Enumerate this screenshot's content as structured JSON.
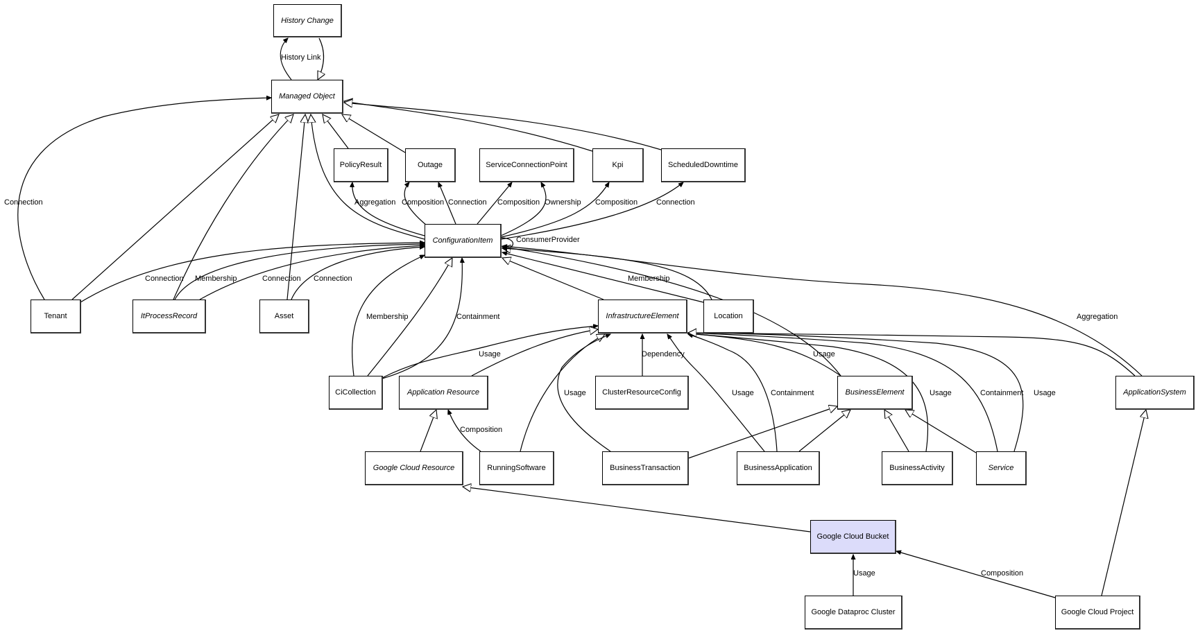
{
  "diagram": {
    "type": "uml-class-diagram",
    "selected_node": "Google Cloud Bucket",
    "selected_color": "#dcdcfa",
    "nodes": [
      {
        "id": "history_change",
        "label": "History Change",
        "abstract": true
      },
      {
        "id": "managed_object",
        "label": "Managed Object",
        "abstract": true
      },
      {
        "id": "policy_result",
        "label": "PolicyResult",
        "abstract": false
      },
      {
        "id": "outage",
        "label": "Outage",
        "abstract": false
      },
      {
        "id": "service_connection_point",
        "label": "ServiceConnectionPoint",
        "abstract": false
      },
      {
        "id": "kpi",
        "label": "Kpi",
        "abstract": false
      },
      {
        "id": "scheduled_downtime",
        "label": "ScheduledDowntime",
        "abstract": false
      },
      {
        "id": "configuration_item",
        "label": "ConfigurationItem",
        "abstract": true
      },
      {
        "id": "tenant",
        "label": "Tenant",
        "abstract": false
      },
      {
        "id": "it_process_record",
        "label": "ItProcessRecord",
        "abstract": true
      },
      {
        "id": "asset",
        "label": "Asset",
        "abstract": false
      },
      {
        "id": "infrastructure_element",
        "label": "InfrastructureElement",
        "abstract": true
      },
      {
        "id": "location",
        "label": "Location",
        "abstract": false
      },
      {
        "id": "ci_collection",
        "label": "CiCollection",
        "abstract": false
      },
      {
        "id": "application_resource",
        "label": "Application Resource",
        "abstract": true
      },
      {
        "id": "cluster_resource_config",
        "label": "ClusterResourceConfig",
        "abstract": false
      },
      {
        "id": "business_element",
        "label": "BusinessElement",
        "abstract": true
      },
      {
        "id": "application_system",
        "label": "ApplicationSystem",
        "abstract": true
      },
      {
        "id": "google_cloud_resource",
        "label": "Google Cloud Resource",
        "abstract": true
      },
      {
        "id": "running_software",
        "label": "RunningSoftware",
        "abstract": false
      },
      {
        "id": "business_transaction",
        "label": "BusinessTransaction",
        "abstract": false
      },
      {
        "id": "business_application",
        "label": "BusinessApplication",
        "abstract": false
      },
      {
        "id": "business_activity",
        "label": "BusinessActivity",
        "abstract": false
      },
      {
        "id": "service",
        "label": "Service",
        "abstract": true
      },
      {
        "id": "google_cloud_bucket",
        "label": "Google Cloud Bucket",
        "abstract": false
      },
      {
        "id": "google_dataproc_cluster",
        "label": "Google Dataproc Cluster",
        "abstract": false
      },
      {
        "id": "google_cloud_project",
        "label": "Google Cloud Project",
        "abstract": false
      }
    ],
    "edges": [
      {
        "from": "managed_object",
        "to": "history_change",
        "kind": "association",
        "label": "History Link"
      },
      {
        "from": "history_change",
        "to": "managed_object",
        "kind": "inheritance",
        "label": ""
      },
      {
        "from": "tenant",
        "to": "managed_object",
        "kind": "association",
        "label": "Connection"
      },
      {
        "from": "tenant",
        "to": "managed_object",
        "kind": "inheritance",
        "label": ""
      },
      {
        "from": "it_process_record",
        "to": "managed_object",
        "kind": "inheritance",
        "label": ""
      },
      {
        "from": "asset",
        "to": "managed_object",
        "kind": "inheritance",
        "label": ""
      },
      {
        "from": "configuration_item",
        "to": "managed_object",
        "kind": "inheritance",
        "label": ""
      },
      {
        "from": "policy_result",
        "to": "managed_object",
        "kind": "inheritance",
        "label": ""
      },
      {
        "from": "outage",
        "to": "managed_object",
        "kind": "inheritance",
        "label": ""
      },
      {
        "from": "kpi",
        "to": "managed_object",
        "kind": "inheritance",
        "label": ""
      },
      {
        "from": "scheduled_downtime",
        "to": "managed_object",
        "kind": "inheritance",
        "label": ""
      },
      {
        "from": "configuration_item",
        "to": "policy_result",
        "kind": "association",
        "label": "Aggregation"
      },
      {
        "from": "configuration_item",
        "to": "outage",
        "kind": "association",
        "label": "Composition"
      },
      {
        "from": "configuration_item",
        "to": "outage",
        "kind": "association",
        "label": "Connection"
      },
      {
        "from": "configuration_item",
        "to": "service_connection_point",
        "kind": "association",
        "label": "Composition"
      },
      {
        "from": "configuration_item",
        "to": "service_connection_point",
        "kind": "association",
        "label": "Ownership"
      },
      {
        "from": "configuration_item",
        "to": "kpi",
        "kind": "association",
        "label": "Composition"
      },
      {
        "from": "configuration_item",
        "to": "scheduled_downtime",
        "kind": "association",
        "label": "Connection"
      },
      {
        "from": "configuration_item",
        "to": "configuration_item",
        "kind": "association",
        "label": "ConsumerProvider"
      },
      {
        "from": "tenant",
        "to": "configuration_item",
        "kind": "association",
        "label": "Connection"
      },
      {
        "from": "it_process_record",
        "to": "configuration_item",
        "kind": "association",
        "label": "Membership"
      },
      {
        "from": "it_process_record",
        "to": "configuration_item",
        "kind": "association",
        "label": "Connection"
      },
      {
        "from": "asset",
        "to": "configuration_item",
        "kind": "association",
        "label": "Connection"
      },
      {
        "from": "ci_collection",
        "to": "configuration_item",
        "kind": "association",
        "label": "Membership"
      },
      {
        "from": "ci_collection",
        "to": "configuration_item",
        "kind": "inheritance",
        "label": ""
      },
      {
        "from": "ci_collection",
        "to": "configuration_item",
        "kind": "association",
        "label": "Containment"
      },
      {
        "from": "infrastructure_element",
        "to": "configuration_item",
        "kind": "inheritance",
        "label": ""
      },
      {
        "from": "location",
        "to": "configuration_item",
        "kind": "association",
        "label": "Membership"
      },
      {
        "from": "location",
        "to": "configuration_item",
        "kind": "association",
        "label": ""
      },
      {
        "from": "business_element",
        "to": "configuration_item",
        "kind": "association",
        "label": ""
      },
      {
        "from": "application_system",
        "to": "configuration_item",
        "kind": "association",
        "label": "Aggregation"
      },
      {
        "from": "ci_collection",
        "to": "infrastructure_element",
        "kind": "association",
        "label": "Usage"
      },
      {
        "from": "application_resource",
        "to": "infrastructure_element",
        "kind": "inheritance",
        "label": ""
      },
      {
        "from": "running_software",
        "to": "infrastructure_element",
        "kind": "inheritance",
        "label": ""
      },
      {
        "from": "business_transaction",
        "to": "infrastructure_element",
        "kind": "association",
        "label": "Usage"
      },
      {
        "from": "cluster_resource_config",
        "to": "infrastructure_element",
        "kind": "association",
        "label": "Dependency"
      },
      {
        "from": "business_application",
        "to": "infrastructure_element",
        "kind": "association",
        "label": "Usage"
      },
      {
        "from": "business_application",
        "to": "infrastructure_element",
        "kind": "association",
        "label": "Containment"
      },
      {
        "from": "business_element",
        "to": "infrastructure_element",
        "kind": "association",
        "label": "Usage"
      },
      {
        "from": "business_activity",
        "to": "infrastructure_element",
        "kind": "association",
        "label": "Usage"
      },
      {
        "from": "service",
        "to": "infrastructure_element",
        "kind": "association",
        "label": "Containment"
      },
      {
        "from": "service",
        "to": "infrastructure_element",
        "kind": "association",
        "label": "Usage"
      },
      {
        "from": "application_system",
        "to": "infrastructure_element",
        "kind": "inheritance",
        "label": ""
      },
      {
        "from": "google_cloud_resource",
        "to": "application_resource",
        "kind": "inheritance",
        "label": ""
      },
      {
        "from": "running_software",
        "to": "application_resource",
        "kind": "association",
        "label": "Composition"
      },
      {
        "from": "business_transaction",
        "to": "business_element",
        "kind": "inheritance",
        "label": ""
      },
      {
        "from": "business_application",
        "to": "business_element",
        "kind": "inheritance",
        "label": ""
      },
      {
        "from": "business_activity",
        "to": "business_element",
        "kind": "inheritance",
        "label": ""
      },
      {
        "from": "service",
        "to": "business_element",
        "kind": "inheritance",
        "label": ""
      },
      {
        "from": "google_cloud_bucket",
        "to": "google_cloud_resource",
        "kind": "inheritance",
        "label": ""
      },
      {
        "from": "google_dataproc_cluster",
        "to": "google_cloud_bucket",
        "kind": "association",
        "label": "Usage"
      },
      {
        "from": "google_cloud_project",
        "to": "google_cloud_bucket",
        "kind": "association",
        "label": "Composition"
      },
      {
        "from": "google_cloud_project",
        "to": "application_system",
        "kind": "inheritance",
        "label": ""
      }
    ]
  }
}
